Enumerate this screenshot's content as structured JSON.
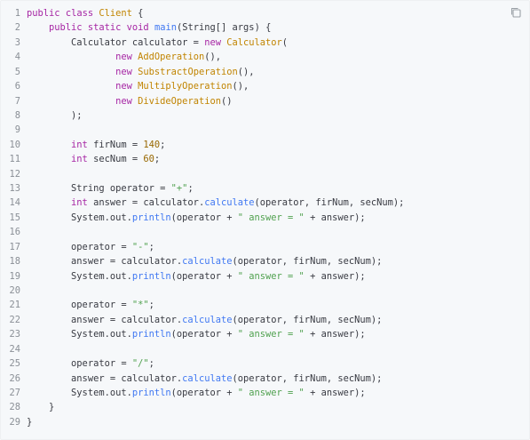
{
  "toolbar": {
    "copy_icon": "copy-icon"
  },
  "code": {
    "language": "java",
    "lines": [
      [
        {
          "t": "public",
          "c": "kw"
        },
        {
          "t": " "
        },
        {
          "t": "class",
          "c": "kw"
        },
        {
          "t": " "
        },
        {
          "t": "Client",
          "c": "cls"
        },
        {
          "t": " {"
        }
      ],
      [
        {
          "t": "    "
        },
        {
          "t": "public",
          "c": "kw"
        },
        {
          "t": " "
        },
        {
          "t": "static",
          "c": "kw"
        },
        {
          "t": " "
        },
        {
          "t": "void",
          "c": "kw"
        },
        {
          "t": " "
        },
        {
          "t": "main",
          "c": "fn"
        },
        {
          "t": "(String[] args) {"
        }
      ],
      [
        {
          "t": "        Calculator calculator = "
        },
        {
          "t": "new",
          "c": "kw"
        },
        {
          "t": " "
        },
        {
          "t": "Calculator",
          "c": "cls"
        },
        {
          "t": "("
        }
      ],
      [
        {
          "t": "                "
        },
        {
          "t": "new",
          "c": "kw"
        },
        {
          "t": " "
        },
        {
          "t": "AddOperation",
          "c": "cls"
        },
        {
          "t": "(),"
        }
      ],
      [
        {
          "t": "                "
        },
        {
          "t": "new",
          "c": "kw"
        },
        {
          "t": " "
        },
        {
          "t": "SubstractOperation",
          "c": "cls"
        },
        {
          "t": "(),"
        }
      ],
      [
        {
          "t": "                "
        },
        {
          "t": "new",
          "c": "kw"
        },
        {
          "t": " "
        },
        {
          "t": "MultiplyOperation",
          "c": "cls"
        },
        {
          "t": "(),"
        }
      ],
      [
        {
          "t": "                "
        },
        {
          "t": "new",
          "c": "kw"
        },
        {
          "t": " "
        },
        {
          "t": "DivideOperation",
          "c": "cls"
        },
        {
          "t": "()"
        }
      ],
      [
        {
          "t": "        );"
        }
      ],
      [],
      [
        {
          "t": "        "
        },
        {
          "t": "int",
          "c": "kw"
        },
        {
          "t": " firNum = "
        },
        {
          "t": "140",
          "c": "num"
        },
        {
          "t": ";"
        }
      ],
      [
        {
          "t": "        "
        },
        {
          "t": "int",
          "c": "kw"
        },
        {
          "t": " secNum = "
        },
        {
          "t": "60",
          "c": "num"
        },
        {
          "t": ";"
        }
      ],
      [],
      [
        {
          "t": "        String operator = "
        },
        {
          "t": "\"+\"",
          "c": "str"
        },
        {
          "t": ";"
        }
      ],
      [
        {
          "t": "        "
        },
        {
          "t": "int",
          "c": "kw"
        },
        {
          "t": " answer = calculator."
        },
        {
          "t": "calculate",
          "c": "fn"
        },
        {
          "t": "(operator, firNum, secNum);"
        }
      ],
      [
        {
          "t": "        System.out."
        },
        {
          "t": "println",
          "c": "fn"
        },
        {
          "t": "(operator + "
        },
        {
          "t": "\" answer = \"",
          "c": "str"
        },
        {
          "t": " + answer);"
        }
      ],
      [],
      [
        {
          "t": "        operator = "
        },
        {
          "t": "\"-\"",
          "c": "str"
        },
        {
          "t": ";"
        }
      ],
      [
        {
          "t": "        answer = calculator."
        },
        {
          "t": "calculate",
          "c": "fn"
        },
        {
          "t": "(operator, firNum, secNum);"
        }
      ],
      [
        {
          "t": "        System.out."
        },
        {
          "t": "println",
          "c": "fn"
        },
        {
          "t": "(operator + "
        },
        {
          "t": "\" answer = \"",
          "c": "str"
        },
        {
          "t": " + answer);"
        }
      ],
      [],
      [
        {
          "t": "        operator = "
        },
        {
          "t": "\"*\"",
          "c": "str"
        },
        {
          "t": ";"
        }
      ],
      [
        {
          "t": "        answer = calculator."
        },
        {
          "t": "calculate",
          "c": "fn"
        },
        {
          "t": "(operator, firNum, secNum);"
        }
      ],
      [
        {
          "t": "        System.out."
        },
        {
          "t": "println",
          "c": "fn"
        },
        {
          "t": "(operator + "
        },
        {
          "t": "\" answer = \"",
          "c": "str"
        },
        {
          "t": " + answer);"
        }
      ],
      [],
      [
        {
          "t": "        operator = "
        },
        {
          "t": "\"/\"",
          "c": "str"
        },
        {
          "t": ";"
        }
      ],
      [
        {
          "t": "        answer = calculator."
        },
        {
          "t": "calculate",
          "c": "fn"
        },
        {
          "t": "(operator, firNum, secNum);"
        }
      ],
      [
        {
          "t": "        System.out."
        },
        {
          "t": "println",
          "c": "fn"
        },
        {
          "t": "(operator + "
        },
        {
          "t": "\" answer = \"",
          "c": "str"
        },
        {
          "t": " + answer);"
        }
      ],
      [
        {
          "t": "    }"
        }
      ],
      [
        {
          "t": "}"
        }
      ]
    ]
  }
}
